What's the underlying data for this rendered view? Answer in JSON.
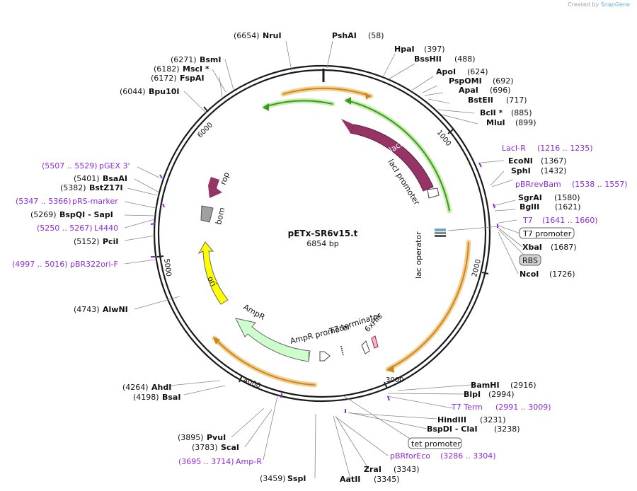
{
  "credit": {
    "prefix": "Created by",
    "brand": "SnapGene"
  },
  "plasmid": {
    "name": "pETx-SR6v15.t",
    "length_label": "6854 bp",
    "length": 6854
  },
  "ticks": [
    "1000",
    "2000",
    "3000",
    "4000",
    "5000",
    "6000"
  ],
  "enzymes": [
    {
      "pos": "(6654)",
      "name": "NruI"
    },
    {
      "name": "PshAI",
      "pos": "(58)"
    },
    {
      "name": "HpaI",
      "pos": "(397)"
    },
    {
      "name": "BssHII",
      "pos": "(488)"
    },
    {
      "name": "ApoI",
      "pos": "(624)"
    },
    {
      "name": "PspOMI",
      "pos": "(692)"
    },
    {
      "name": "ApaI",
      "pos": "(696)"
    },
    {
      "name": "BstEII",
      "pos": "(717)"
    },
    {
      "name": "BclI *",
      "pos": "(885)"
    },
    {
      "name": "MluI",
      "pos": "(899)"
    },
    {
      "name": "EcoNI",
      "pos": "(1367)"
    },
    {
      "name": "SphI",
      "pos": "(1432)"
    },
    {
      "name": "SgrAI",
      "pos": "(1580)"
    },
    {
      "name": "BglII",
      "pos": "(1621)"
    },
    {
      "name": "XbaI",
      "pos": "(1687)"
    },
    {
      "name": "NcoI",
      "pos": "(1726)"
    },
    {
      "name": "BamHI",
      "pos": "(2916)"
    },
    {
      "name": "BlpI",
      "pos": "(2994)"
    },
    {
      "name": "HindIII",
      "pos": "(3231)"
    },
    {
      "name": "BspDI - ClaI",
      "pos": "(3238)"
    },
    {
      "name": "ZraI",
      "pos": "(3343)"
    },
    {
      "name": "AatII",
      "pos": "(3345)"
    },
    {
      "pos": "(3459)",
      "name": "SspI"
    },
    {
      "pos": "(3783)",
      "name": "ScaI"
    },
    {
      "pos": "(3895)",
      "name": "PvuI"
    },
    {
      "pos": "(4198)",
      "name": "BsaI"
    },
    {
      "pos": "(4264)",
      "name": "AhdI"
    },
    {
      "pos": "(4743)",
      "name": "AlwNI"
    },
    {
      "pos": "(5152)",
      "name": "PciI"
    },
    {
      "pos": "(5269)",
      "name": "BspQI - SapI"
    },
    {
      "pos": "(5382)",
      "name": "BstZ17I"
    },
    {
      "pos": "(5401)",
      "name": "BsaAI"
    },
    {
      "pos": "(6044)",
      "name": "Bpu10I"
    },
    {
      "pos": "(6172)",
      "name": "FspAI"
    },
    {
      "pos": "(6182)",
      "name": "MscI *"
    },
    {
      "pos": "(6271)",
      "name": "BsmI"
    }
  ],
  "primers": [
    {
      "name": "LacI-R",
      "range": "(1216 .. 1235)"
    },
    {
      "name": "pBRrevBam",
      "range": "(1538 .. 1557)"
    },
    {
      "name": "T7",
      "range": "(1641 .. 1660)"
    },
    {
      "name": "T7 Term",
      "range": "(2991 .. 3009)"
    },
    {
      "name": "pBRforEco",
      "range": "(3286 .. 3304)"
    },
    {
      "name": "Amp-R",
      "range": "(3695 .. 3714)"
    },
    {
      "name": "pBR322ori-F",
      "range": "(4997 .. 5016)"
    },
    {
      "name": "L4440",
      "range": "(5250 .. 5267)"
    },
    {
      "name": "pRS-marker",
      "range": "(5347 .. 5366)"
    },
    {
      "name": "pGEX 3'",
      "range": "(5507 .. 5529)"
    }
  ],
  "boxed_features": [
    "T7 promoter",
    "RBS",
    "tet promoter"
  ],
  "features": {
    "lacI": "lacI",
    "lacI_promoter": "lacI promoter",
    "lac_operator": "lac operator",
    "rop": "rop",
    "bom": "bom",
    "ori": "ori",
    "AmpR": "AmpR",
    "AmpR_promoter": "AmpR promoter",
    "T7_terminator": "T7 terminator",
    "his": "6xHis"
  },
  "colors": {
    "backbone": "#1a1a1a",
    "lacI": "#973466",
    "ori": "#ffff00",
    "AmpR": "#ccffcc",
    "rop": "#973466",
    "bom": "#a0a0a0",
    "orf_orange": "#c98a1a",
    "orf_green": "#3a9a1a",
    "primer": "#8d2be0",
    "brand": "#6cb0df"
  }
}
